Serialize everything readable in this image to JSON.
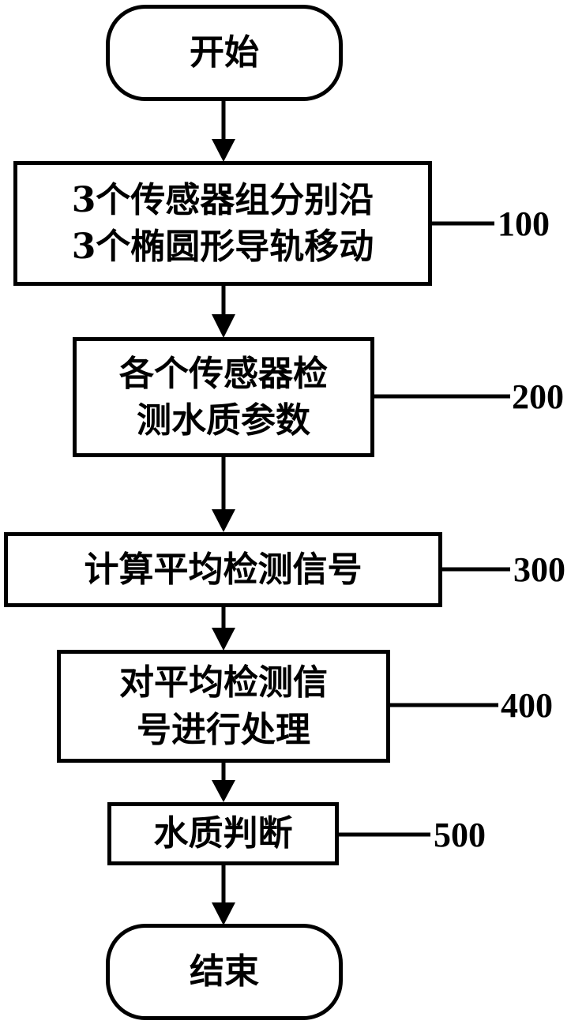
{
  "flowchart": {
    "start": "开始",
    "steps": [
      {
        "lines": [
          "3个传感器组分别沿",
          "3个椭圆形导轨移动"
        ],
        "ref": "100"
      },
      {
        "lines": [
          "各个传感器检",
          "测水质参数"
        ],
        "ref": "200"
      },
      {
        "lines": [
          "计算平均检测信号"
        ],
        "ref": "300"
      },
      {
        "lines": [
          "对平均检测信",
          "号进行处理"
        ],
        "ref": "400"
      },
      {
        "lines": [
          "水质判断"
        ],
        "ref": "500"
      }
    ],
    "end": "结束"
  }
}
